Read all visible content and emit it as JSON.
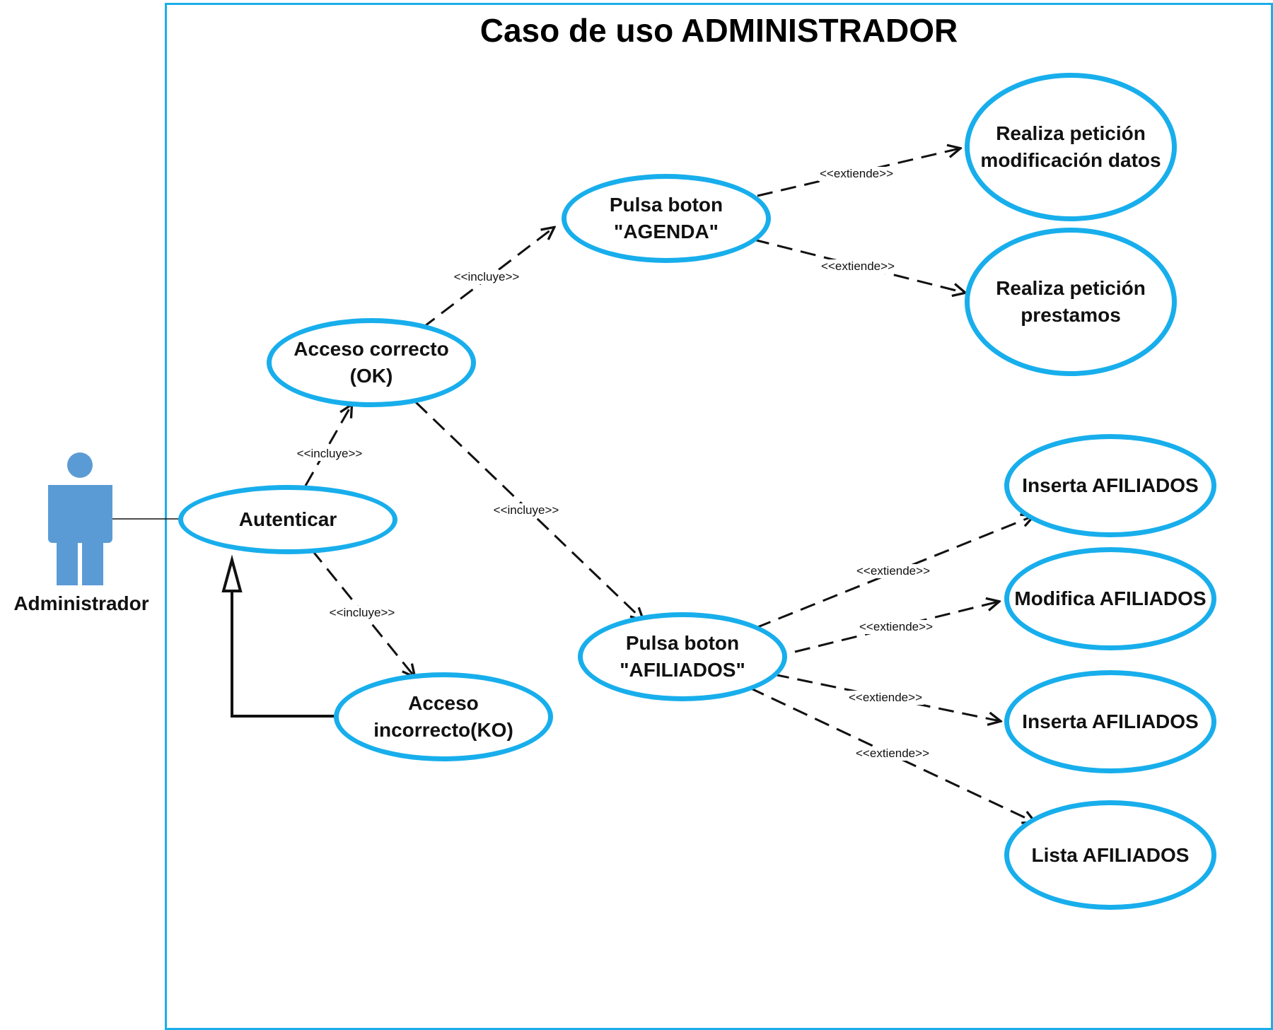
{
  "title": "Caso de uso ADMINISTRADOR",
  "actor": {
    "name": "Administrador",
    "icon": "person-icon",
    "color": "#5b9bd5"
  },
  "colors": {
    "use_case_border": "#18aeec",
    "system_border": "#1aaeea",
    "edge": "#111111"
  },
  "use_cases": {
    "autenticar": [
      "Autenticar"
    ],
    "acceso_ok": [
      "Acceso correcto",
      "(OK)"
    ],
    "acceso_ko": [
      "Acceso",
      "incorrecto(KO)"
    ],
    "agenda": [
      "Pulsa boton",
      "\"AGENDA\""
    ],
    "afiliados": [
      "Pulsa boton",
      "\"AFILIADOS\""
    ],
    "mod_datos": [
      "Realiza petición",
      "modificación  datos"
    ],
    "prestamos": [
      "Realiza petición",
      "prestamos"
    ],
    "inserta_1": [
      "Inserta AFILIADOS"
    ],
    "modifica": [
      "Modifica AFILIADOS"
    ],
    "inserta_2": [
      "Inserta AFILIADOS"
    ],
    "lista": [
      "Lista AFILIADOS"
    ]
  },
  "relations": {
    "auth_ok": "<<incluye>>",
    "auth_ko": "<<incluye>>",
    "ok_agenda": "<<incluye>>",
    "ok_afiliados": "<<incluye>>",
    "agenda_mod": "<<extiende>>",
    "agenda_prest": "<<extiende>>",
    "afil_inserta1": "<<extiende>>",
    "afil_modifica": "<<extiende>>",
    "afil_inserta2": "<<extiende>>",
    "afil_lista": "<<extiende>>"
  }
}
